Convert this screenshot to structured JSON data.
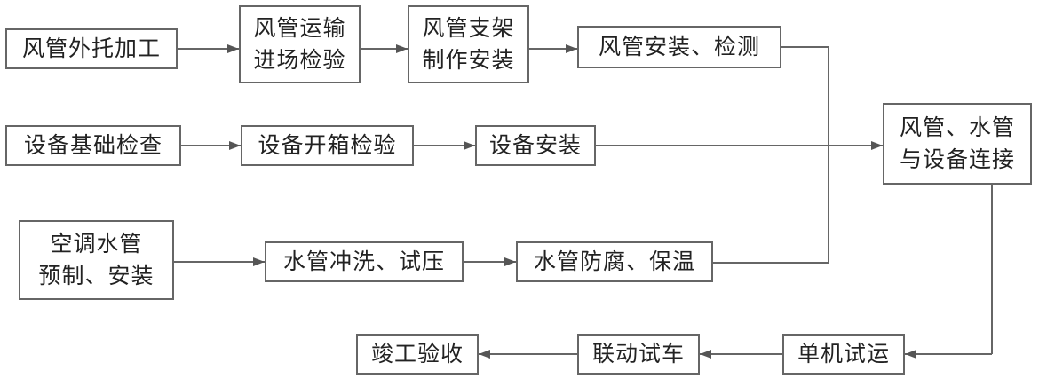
{
  "diagram": {
    "nodes": [
      {
        "id": "n1",
        "label": "风管外托加工"
      },
      {
        "id": "n2",
        "label": "风管运输\n进场检验"
      },
      {
        "id": "n3",
        "label": "风管支架\n制作安装"
      },
      {
        "id": "n4",
        "label": "风管安装、检测"
      },
      {
        "id": "n5",
        "label": "设备基础检查"
      },
      {
        "id": "n6",
        "label": "设备开箱检验"
      },
      {
        "id": "n7",
        "label": "设备安装"
      },
      {
        "id": "n8",
        "label": "风管、水管\n与设备连接"
      },
      {
        "id": "n9",
        "label": "空调水管\n预制、安装"
      },
      {
        "id": "n10",
        "label": "水管冲洗、试压"
      },
      {
        "id": "n11",
        "label": "水管防腐、保温"
      },
      {
        "id": "n12",
        "label": "单机试运"
      },
      {
        "id": "n13",
        "label": "联动试车"
      },
      {
        "id": "n14",
        "label": "竣工验收"
      }
    ],
    "colors": {
      "line": "#666666",
      "arrow": "#555555",
      "text": "#222222"
    }
  }
}
